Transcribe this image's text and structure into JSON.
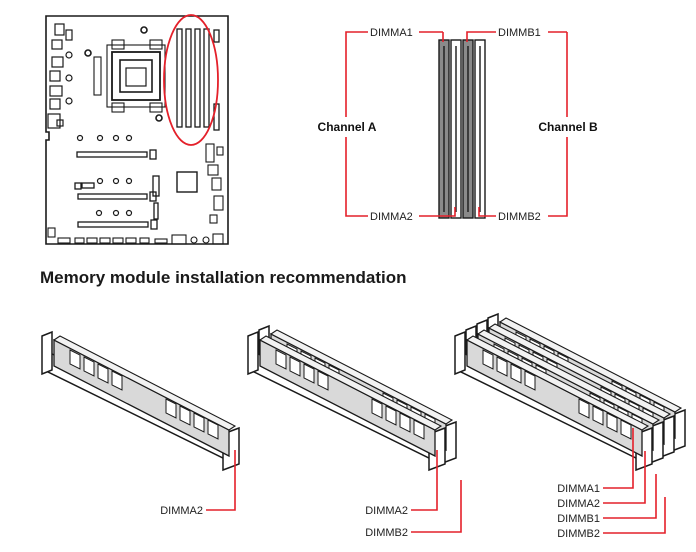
{
  "colors": {
    "accent": "#e4202a",
    "line": "#1a1a1a",
    "module": "#d9d9d9",
    "slot_dark": "#8a8a8a"
  },
  "slot_map": {
    "dimm_a1": "DIMMA1",
    "dimm_b1": "DIMMB1",
    "dimm_a2": "DIMMA2",
    "dimm_b2": "DIMMB2",
    "channel_a": "Channel A",
    "channel_b": "Channel B"
  },
  "section_title": "Memory module installation recommendation",
  "configs": [
    {
      "modules": 1,
      "labels": [
        "DIMMA2"
      ]
    },
    {
      "modules": 2,
      "labels": [
        "DIMMA2",
        "DIMMB2"
      ]
    },
    {
      "modules": 4,
      "labels": [
        "DIMMA1",
        "DIMMA2",
        "DIMMB1",
        "DIMMB2"
      ]
    }
  ]
}
